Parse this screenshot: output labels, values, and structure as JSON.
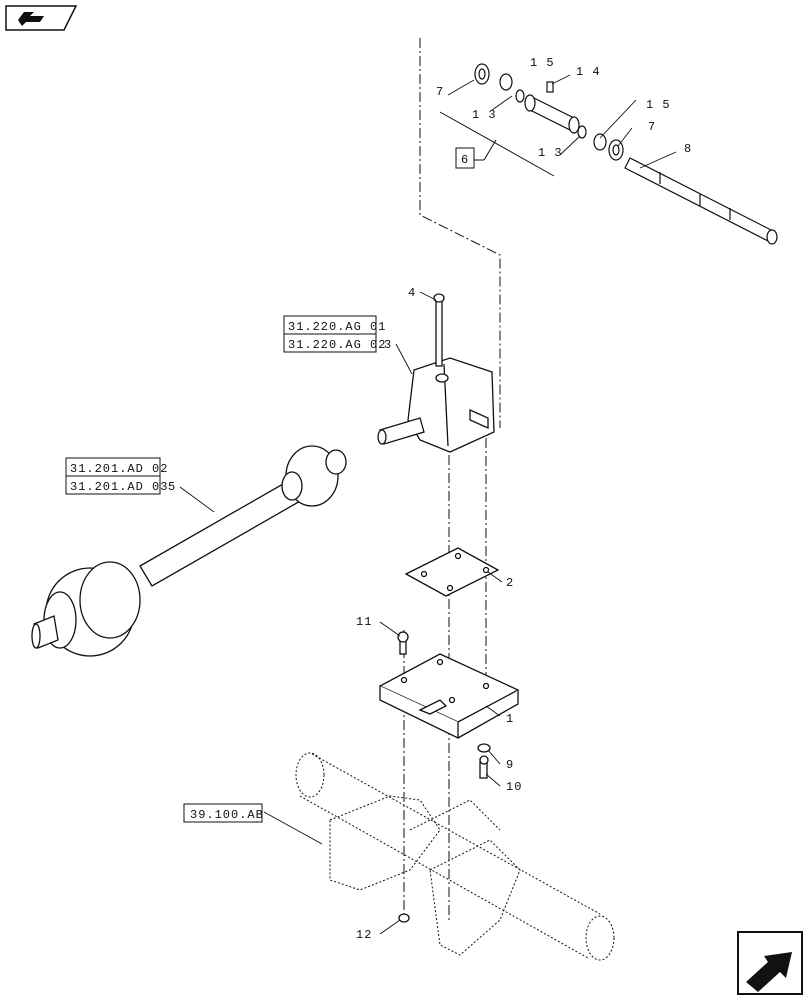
{
  "callouts": {
    "c1": "1",
    "c2": "2",
    "c3": "3",
    "c4": "4",
    "c5": "5",
    "c6": "6",
    "c7a": "7",
    "c7b": "7",
    "c8": "8",
    "c9": "9",
    "c10": "10",
    "c11": "11",
    "c12": "12",
    "c13a": "1 3",
    "c13b": "1 3",
    "c14": "1 4",
    "c15a": "1 5",
    "c15b": "1 5"
  },
  "references": {
    "gearbox_ref_1": "31.220.AG 01",
    "gearbox_ref_2": "31.220.AG 02",
    "driveshaft_ref_1": "31.201.AD 02",
    "driveshaft_ref_2": "31.201.AD 03",
    "frame_ref": "39.100.AB"
  },
  "icons": {
    "top_left": "book-navigation-icon",
    "bottom_right": "next-page-arrow-icon"
  }
}
